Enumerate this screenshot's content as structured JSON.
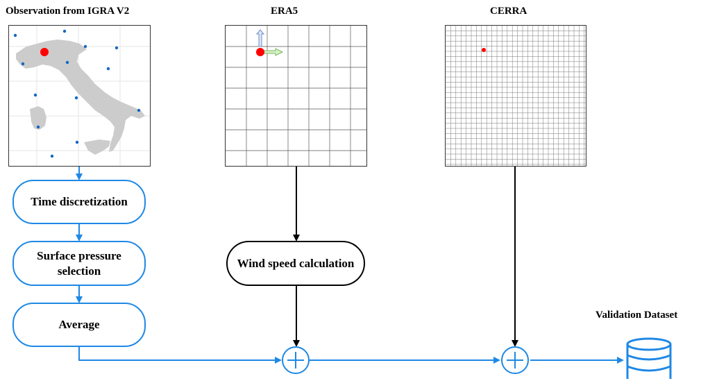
{
  "titles": {
    "igra": "Observation from IGRA V2",
    "era5": "ERA5",
    "cerra": "CERRA",
    "validation": "Validation Dataset"
  },
  "nodes": {
    "time_discretization": "Time discretization",
    "surface_pressure": "Surface pressure selection",
    "average": "Average",
    "wind_speed": "Wind speed calculation"
  },
  "colors": {
    "flow_blue": "#1e88e5",
    "flow_black": "#000000",
    "station_marker": "#ff0000",
    "land": "#cccccc",
    "small_station": "#1565c0"
  },
  "icons": {
    "combine": "plus-circle-icon",
    "output": "database-icon",
    "wind_components": "vector-arrows-icon"
  }
}
